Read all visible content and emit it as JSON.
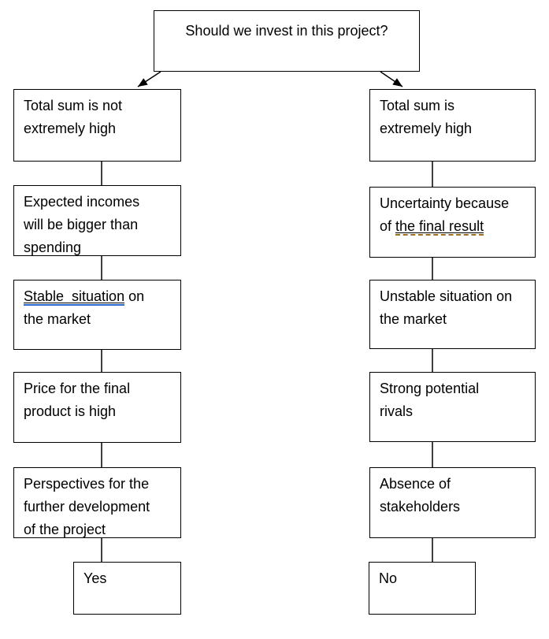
{
  "flowchart": {
    "question": "Should we invest in this project?",
    "yes_branch": {
      "nodes": [
        {
          "segments": [
            {
              "text": "Total sum is not\nextremely high",
              "style": "plain"
            }
          ]
        },
        {
          "segments": [
            {
              "text": "Expected incomes\nwill be bigger than\nspending",
              "style": "plain"
            }
          ]
        },
        {
          "segments": [
            {
              "text": "Stable  situation",
              "style": "grammar"
            },
            {
              "text": " on\nthe market",
              "style": "plain"
            }
          ]
        },
        {
          "segments": [
            {
              "text": "Price for the final\nproduct is high",
              "style": "plain"
            }
          ]
        },
        {
          "segments": [
            {
              "text": "Perspectives for the\nfurther development\nof the project",
              "style": "plain"
            }
          ]
        }
      ],
      "answer": "Yes"
    },
    "no_branch": {
      "nodes": [
        {
          "segments": [
            {
              "text": "Total sum is\nextremely high",
              "style": "plain"
            }
          ]
        },
        {
          "segments": [
            {
              "text": "Uncertainty because\nof ",
              "style": "plain"
            },
            {
              "text": "the final result",
              "style": "suggestion"
            }
          ]
        },
        {
          "segments": [
            {
              "text": "Unstable situation on\nthe market",
              "style": "plain"
            }
          ]
        },
        {
          "segments": [
            {
              "text": "Strong potential\nrivals",
              "style": "plain"
            }
          ]
        },
        {
          "segments": [
            {
              "text": "Absence of\nstakeholders",
              "style": "plain"
            }
          ]
        }
      ],
      "answer": "No"
    },
    "colors": {
      "box_border": "#000000",
      "text": "#000000",
      "background": "#ffffff",
      "grammar_underline": "#2a6bd2",
      "suggestion_underline": "#9c6f1e"
    }
  }
}
